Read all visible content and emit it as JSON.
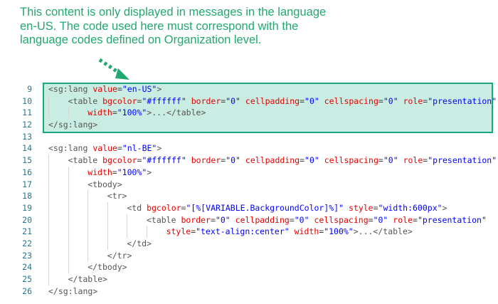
{
  "note": {
    "lines": [
      "This content is only displayed in messages in the language",
      "en-US. The code used here must correspond with the",
      "language codes defined on Organization level."
    ]
  },
  "colors": {
    "annotation": "#22a86f",
    "highlight_fill": "#c9ede2",
    "highlight_border": "#1aa882",
    "attr": "#e50000",
    "value": "#0000ff",
    "line_number": "#237893"
  },
  "code": {
    "highlighted_lines": [
      9,
      12
    ],
    "lines": [
      {
        "n": "9",
        "indent": 0,
        "tokens": [
          [
            "tag",
            "<sg:lang "
          ],
          [
            "attr",
            "value"
          ],
          [
            "eq",
            "="
          ],
          [
            "val",
            "\"en-US\""
          ],
          [
            "tag",
            ">"
          ]
        ]
      },
      {
        "n": "10",
        "indent": 1,
        "tokens": [
          [
            "tag",
            "<table "
          ],
          [
            "attr",
            "bgcolor"
          ],
          [
            "eq",
            "="
          ],
          [
            "val",
            "\"#ffffff\""
          ],
          [
            "tag",
            " "
          ],
          [
            "attr",
            "border"
          ],
          [
            "eq",
            "="
          ],
          [
            "val",
            "\"0\""
          ],
          [
            "tag",
            " "
          ],
          [
            "attr",
            "cellpadding"
          ],
          [
            "eq",
            "="
          ],
          [
            "val",
            "\"0\""
          ],
          [
            "tag",
            " "
          ],
          [
            "attr",
            "cellspacing"
          ],
          [
            "eq",
            "="
          ],
          [
            "val",
            "\"0\""
          ],
          [
            "tag",
            " "
          ],
          [
            "attr",
            "role"
          ],
          [
            "eq",
            "="
          ],
          [
            "val",
            "\"presentation\""
          ]
        ]
      },
      {
        "n": "11",
        "indent": 2,
        "tokens": [
          [
            "attr",
            "width"
          ],
          [
            "eq",
            "="
          ],
          [
            "val",
            "\"100%\""
          ],
          [
            "tag",
            ">...</table>"
          ]
        ]
      },
      {
        "n": "12",
        "indent": 0,
        "tokens": [
          [
            "tag",
            "</sg:lang>"
          ]
        ]
      },
      {
        "n": "13",
        "indent": 0,
        "tokens": []
      },
      {
        "n": "14",
        "indent": 0,
        "tokens": [
          [
            "tag",
            "<sg:lang "
          ],
          [
            "attr",
            "value"
          ],
          [
            "eq",
            "="
          ],
          [
            "val",
            "\"nl-BE\""
          ],
          [
            "tag",
            ">"
          ]
        ]
      },
      {
        "n": "15",
        "indent": 1,
        "tokens": [
          [
            "tag",
            "<table "
          ],
          [
            "attr",
            "bgcolor"
          ],
          [
            "eq",
            "="
          ],
          [
            "val",
            "\"#ffffff\""
          ],
          [
            "tag",
            " "
          ],
          [
            "attr",
            "border"
          ],
          [
            "eq",
            "="
          ],
          [
            "val",
            "\"0\""
          ],
          [
            "tag",
            " "
          ],
          [
            "attr",
            "cellpadding"
          ],
          [
            "eq",
            "="
          ],
          [
            "val",
            "\"0\""
          ],
          [
            "tag",
            " "
          ],
          [
            "attr",
            "cellspacing"
          ],
          [
            "eq",
            "="
          ],
          [
            "val",
            "\"0\""
          ],
          [
            "tag",
            " "
          ],
          [
            "attr",
            "role"
          ],
          [
            "eq",
            "="
          ],
          [
            "val",
            "\"presentation\""
          ]
        ]
      },
      {
        "n": "16",
        "indent": 2,
        "tokens": [
          [
            "attr",
            "width"
          ],
          [
            "eq",
            "="
          ],
          [
            "val",
            "\"100%\""
          ],
          [
            "tag",
            ">"
          ]
        ]
      },
      {
        "n": "17",
        "indent": 2,
        "tokens": [
          [
            "tag",
            "<tbody>"
          ]
        ]
      },
      {
        "n": "18",
        "indent": 3,
        "tokens": [
          [
            "tag",
            "<tr>"
          ]
        ]
      },
      {
        "n": "19",
        "indent": 4,
        "tokens": [
          [
            "tag",
            "<td "
          ],
          [
            "attr",
            "bgcolor"
          ],
          [
            "eq",
            "="
          ],
          [
            "val",
            "\"[%[VARIABLE.BackgroundColor]%]\""
          ],
          [
            "tag",
            " "
          ],
          [
            "attr",
            "style"
          ],
          [
            "eq",
            "="
          ],
          [
            "val",
            "\"width:600px\""
          ],
          [
            "tag",
            ">"
          ]
        ]
      },
      {
        "n": "20",
        "indent": 5,
        "tokens": [
          [
            "tag",
            "<table "
          ],
          [
            "attr",
            "border"
          ],
          [
            "eq",
            "="
          ],
          [
            "val",
            "\"0\""
          ],
          [
            "tag",
            " "
          ],
          [
            "attr",
            "cellpadding"
          ],
          [
            "eq",
            "="
          ],
          [
            "val",
            "\"0\""
          ],
          [
            "tag",
            " "
          ],
          [
            "attr",
            "cellspacing"
          ],
          [
            "eq",
            "="
          ],
          [
            "val",
            "\"0\""
          ],
          [
            "tag",
            " "
          ],
          [
            "attr",
            "role"
          ],
          [
            "eq",
            "="
          ],
          [
            "val",
            "\"presentation\""
          ]
        ]
      },
      {
        "n": "21",
        "indent": 6,
        "tokens": [
          [
            "attr",
            "style"
          ],
          [
            "eq",
            "="
          ],
          [
            "val",
            "\"text-align:center\""
          ],
          [
            "tag",
            " "
          ],
          [
            "attr",
            "width"
          ],
          [
            "eq",
            "="
          ],
          [
            "val",
            "\"100%\""
          ],
          [
            "tag",
            ">...</table>"
          ]
        ]
      },
      {
        "n": "22",
        "indent": 4,
        "tokens": [
          [
            "tag",
            "</td>"
          ]
        ]
      },
      {
        "n": "23",
        "indent": 3,
        "tokens": [
          [
            "tag",
            "</tr>"
          ]
        ]
      },
      {
        "n": "24",
        "indent": 2,
        "tokens": [
          [
            "tag",
            "</tbody>"
          ]
        ]
      },
      {
        "n": "25",
        "indent": 1,
        "tokens": [
          [
            "tag",
            "</table>"
          ]
        ]
      },
      {
        "n": "26",
        "indent": 0,
        "tokens": [
          [
            "tag",
            "</sg:lang>"
          ]
        ]
      }
    ]
  }
}
